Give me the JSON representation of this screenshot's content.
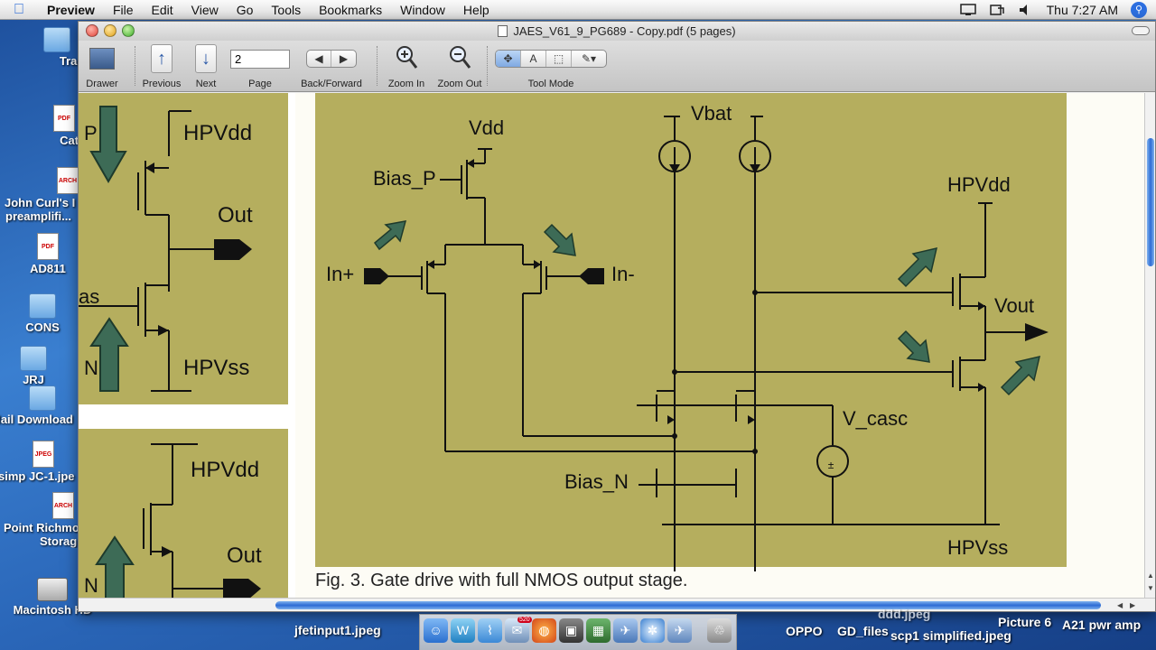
{
  "menubar": {
    "apple": "",
    "app_name": "Preview",
    "menus": [
      "File",
      "Edit",
      "View",
      "Go",
      "Tools",
      "Bookmarks",
      "Window",
      "Help"
    ],
    "clock": "Thu 7:27 AM"
  },
  "desktop_icons": [
    {
      "label": "Transfe",
      "kind": "folder"
    },
    {
      "label": "Catalo",
      "kind": "pdf",
      "badge": "PDF"
    },
    {
      "label": "John Curl's I",
      "label2": "preamplifi...",
      "kind": "archive",
      "badge": "ARCH"
    },
    {
      "label": "AD811",
      "kind": "pdf",
      "badge": "PDF"
    },
    {
      "label": "CONS",
      "kind": "folder"
    },
    {
      "label": "JRJ",
      "kind": "folder"
    },
    {
      "label": "Mail Download",
      "kind": "folder"
    },
    {
      "label": "simp JC-1.jpe",
      "kind": "jpeg",
      "badge": "JPEG"
    },
    {
      "label": "Point Richmo",
      "label2": "Storag",
      "kind": "archive",
      "badge": "ARCH"
    },
    {
      "label": "Macintosh HD",
      "kind": "hdd"
    }
  ],
  "window": {
    "title": "JAES_V61_9_PG689 - Copy.pdf (5 pages)",
    "toolbar": {
      "drawer": "Drawer",
      "previous": "Previous",
      "next": "Next",
      "page_value": "2",
      "page_label": "Page",
      "back_forward": "Back/Forward",
      "zoom_in": "Zoom In",
      "zoom_out": "Zoom Out",
      "tool_mode": "Tool Mode",
      "tool_modes": [
        "✥",
        "A",
        "⬚",
        "✎▾"
      ]
    }
  },
  "thumbnail_top": {
    "labels": {
      "hpvdd": "HPVdd",
      "out": "Out",
      "hpvss": "HPVss",
      "p": "P",
      "as": "as",
      "n": "N"
    }
  },
  "thumbnail_bottom": {
    "labels": {
      "hpvdd": "HPVdd",
      "out": "Out",
      "n": "N"
    }
  },
  "figure": {
    "labels": {
      "vdd": "Vdd",
      "vbat": "Vbat",
      "bias_p": "Bias_P",
      "in_plus": "In+",
      "in_minus": "In-",
      "hpvdd": "HPVdd",
      "vout": "Vout",
      "v_casc": "V_casc",
      "bias_n": "Bias_N",
      "hpvss": "HPVss"
    },
    "caption": "Fig. 3. Gate drive with full NMOS output stage."
  },
  "dock": {
    "left_label": "jfetinput1.jpeg",
    "right_labels": [
      "OPPO",
      "GD_files",
      "scp1 simplified.jpeg",
      "Picture 6",
      "A21 pwr amp",
      "ddd.jpeg"
    ],
    "mail_badge": "520"
  },
  "colors": {
    "figure_bg": "#b5ae5e",
    "arrow_green": "#3d6b56",
    "selection_blue": "#2d6bd4"
  }
}
